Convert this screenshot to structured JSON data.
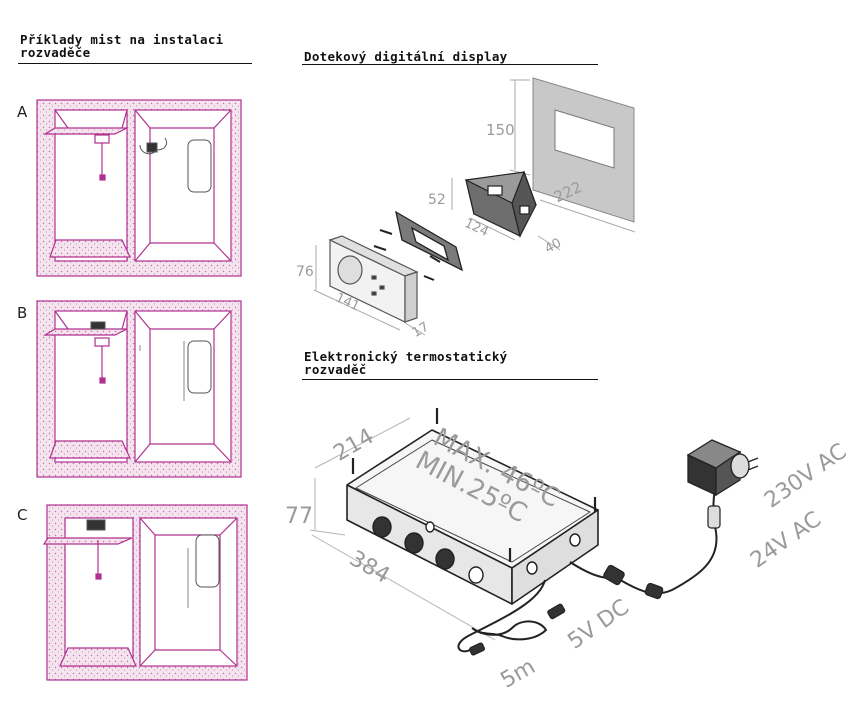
{
  "headers": {
    "install_locations": [
      "Příklady mist na instalaci",
      "rozvaděče"
    ],
    "touch_display": "Dotekový digitální display",
    "thermostat": [
      "Elektronický termostatický",
      "rozvaděč"
    ]
  },
  "examples": [
    {
      "letter": "A"
    },
    {
      "letter": "B"
    },
    {
      "letter": "C"
    }
  ],
  "display": {
    "frame_height": "150",
    "frame_width": "222",
    "box_height": "52",
    "box_width": "124",
    "box_depth": "40",
    "front_height": "76",
    "front_width": "141",
    "front_depth": "17"
  },
  "controller": {
    "width": "214",
    "height": "77",
    "length": "384",
    "max_temp": "MAX. 46ºC",
    "min_temp": "MIN.25ºC",
    "mains_voltage": "230V AC",
    "supply_voltage": "24V AC",
    "sensor_voltage": "5V DC",
    "cable_length": "5m"
  },
  "colors": {
    "booth": "#b0308f",
    "booth_fill": "#f4e4ee",
    "dimension": "#9a9a9a",
    "frame_gray": "#c8c8c8"
  }
}
